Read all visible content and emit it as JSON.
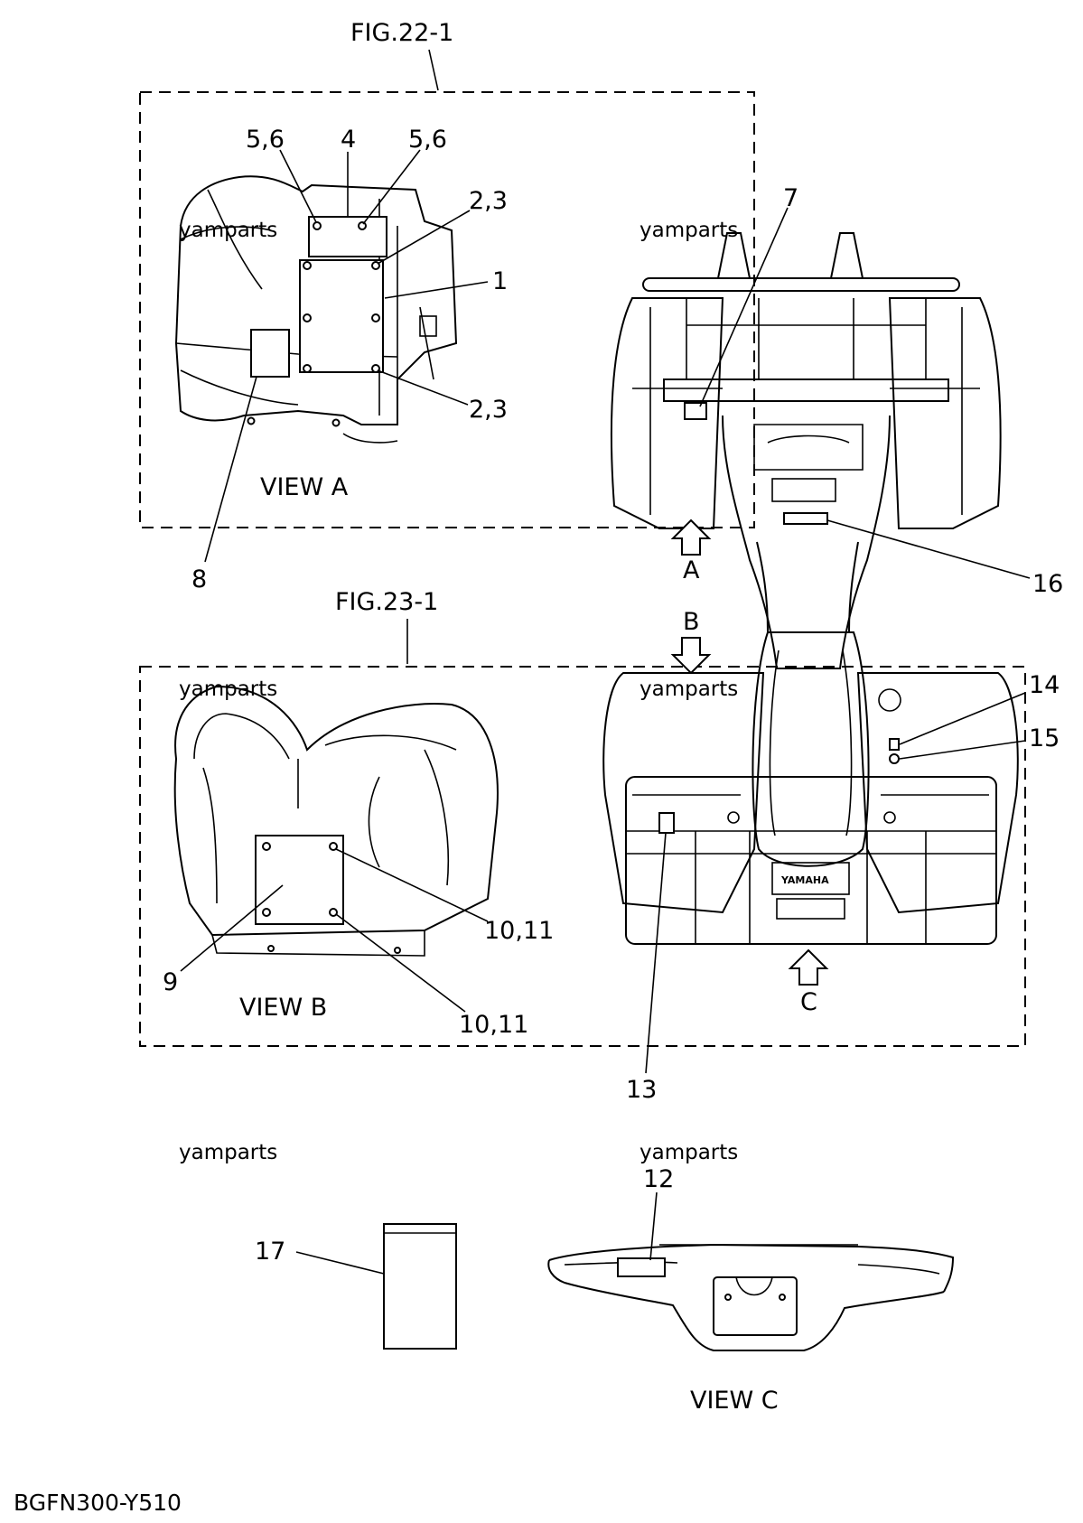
{
  "figures": {
    "fig22": "FIG.22-1",
    "fig23": "FIG.23-1"
  },
  "watermark": "yamparts",
  "views": {
    "a": "VIEW A",
    "b": "VIEW B",
    "c": "VIEW C"
  },
  "arrows": {
    "a": "A",
    "b": "B",
    "c": "C"
  },
  "callouts": {
    "c1": "1",
    "c23_top": "2,3",
    "c23_bottom": "2,3",
    "c4": "4",
    "c56_left": "5,6",
    "c56_right": "5,6",
    "c7": "7",
    "c8": "8",
    "c9": "9",
    "c1011_top": "10,11",
    "c1011_bottom": "10,11",
    "c12": "12",
    "c13": "13",
    "c14": "14",
    "c15": "15",
    "c16": "16",
    "c17": "17"
  },
  "logo": "YAMAHA",
  "footer_code": "BGFN300-Y510"
}
